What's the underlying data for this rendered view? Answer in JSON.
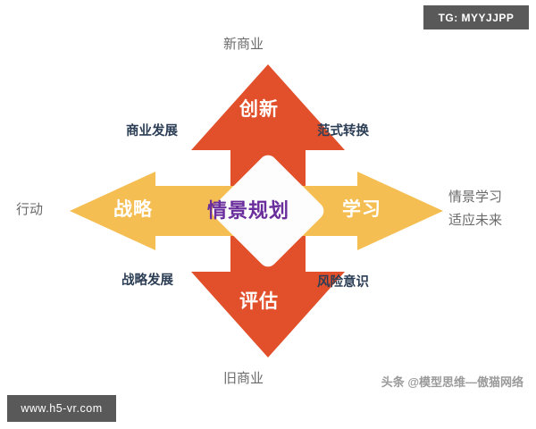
{
  "badges": {
    "top_right": "TG: MYYJJPP",
    "bottom_left": "www.h5-vr.com"
  },
  "watermark": "头条 @模型思维—傲猫网络",
  "center": {
    "label": "情景规划",
    "color": "#6a2d9c"
  },
  "arrows": {
    "up": {
      "label": "创新",
      "color": "#e2502b",
      "direction": "up"
    },
    "down": {
      "label": "评估",
      "color": "#e2502b",
      "direction": "down"
    },
    "left": {
      "label": "战略",
      "color": "#f5be52",
      "direction": "left"
    },
    "right": {
      "label": "学习",
      "color": "#f5be52",
      "direction": "right"
    }
  },
  "outer_labels": {
    "top": "新商业",
    "bottom": "旧商业",
    "left": "行动",
    "right_line1": "情景学习",
    "right_line2": "适应未来"
  },
  "quadrant_labels": {
    "top_left": "商业发展",
    "top_right": "范式转换",
    "bottom_left": "战略发展",
    "bottom_right": "风险意识"
  },
  "colors": {
    "orange_red": "#e2502b",
    "yellow_orange": "#f5be52",
    "purple": "#6a2d9c",
    "navy_text": "#2c3e55",
    "gray_text": "#6b6b6b",
    "badge_bg": "#595959"
  }
}
